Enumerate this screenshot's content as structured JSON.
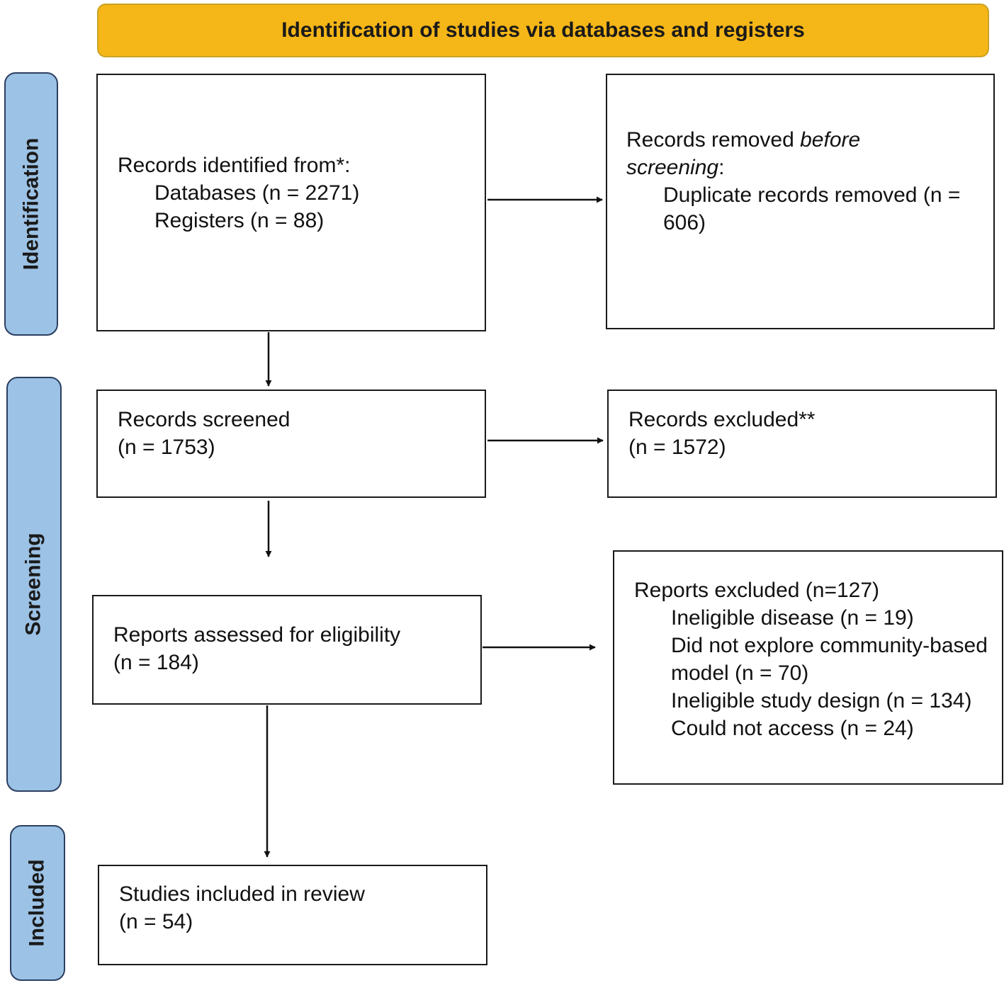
{
  "colors": {
    "header_fill": "#f5b617",
    "phase_fill": "#9cc2e5",
    "box_border": "#1a1a1a",
    "arrow": "#111111"
  },
  "header": {
    "title": "Identification of studies via databases and registers"
  },
  "phases": {
    "identification": "Identification",
    "screening": "Screening",
    "included": "Included"
  },
  "boxes": {
    "records_identified": {
      "title": "Records identified from*:",
      "databases": "Databases (n = 2271)",
      "registers": "Registers (n = 88)"
    },
    "records_removed": {
      "title_plain": "Records removed ",
      "title_italic": "before",
      "title_italic_2": "screening",
      "title_colon": ":",
      "duplicates": "Duplicate records removed (n = 606)"
    },
    "records_screened": {
      "title": "Records screened",
      "count": "(n = 1753)"
    },
    "records_excluded": {
      "title": "Records excluded**",
      "count": "(n = 1572)"
    },
    "reports_assessed": {
      "title": "Reports assessed for eligibility",
      "count": "(n = 184)"
    },
    "reports_excluded": {
      "title": "Reports excluded (n=127)",
      "reasons": [
        "Ineligible disease (n = 19)",
        "Did not explore community-based model (n = 70)",
        "Ineligible study design (n = 134)",
        "Could not access (n = 24)"
      ]
    },
    "studies_included": {
      "title": "Studies included in review",
      "count": "(n = 54)"
    }
  }
}
